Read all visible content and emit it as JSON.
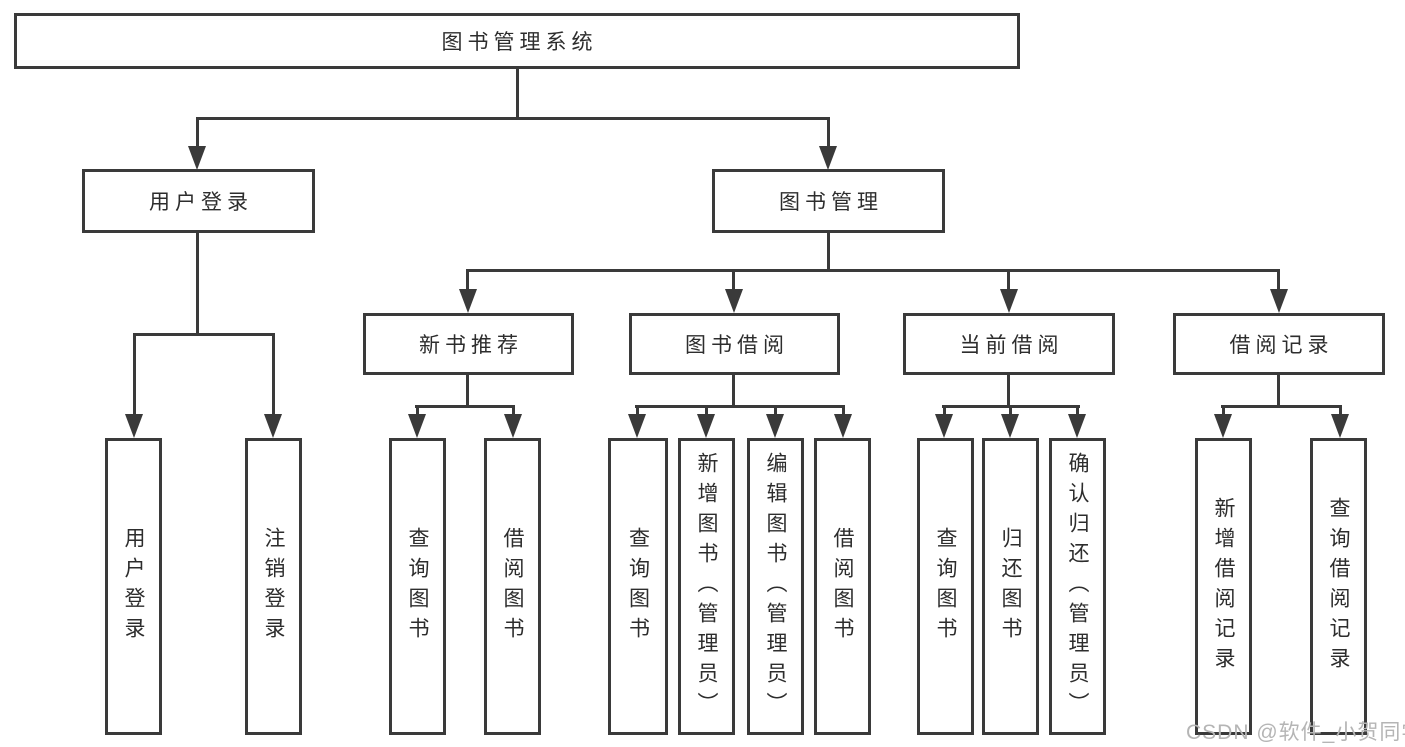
{
  "diagram": {
    "root": {
      "label": "图书管理系统"
    },
    "branches": [
      {
        "label": "用户登录",
        "children": [
          {
            "label": "用户登录"
          },
          {
            "label": "注销登录"
          }
        ]
      },
      {
        "label": "图书管理",
        "children": [
          {
            "label": "新书推荐",
            "children": [
              {
                "label": "查询图书"
              },
              {
                "label": "借阅图书"
              }
            ]
          },
          {
            "label": "图书借阅",
            "children": [
              {
                "label": "查询图书"
              },
              {
                "label": "新增图书（管理员）"
              },
              {
                "label": "编辑图书（管理员）"
              },
              {
                "label": "借阅图书"
              }
            ]
          },
          {
            "label": "当前借阅",
            "children": [
              {
                "label": "查询图书"
              },
              {
                "label": "归还图书"
              },
              {
                "label": "确认归还（管理员）"
              }
            ]
          },
          {
            "label": "借阅记录",
            "children": [
              {
                "label": "新增借阅记录"
              },
              {
                "label": "查询借阅记录"
              }
            ]
          }
        ]
      }
    ],
    "colors": {
      "line": "#3a3a3a",
      "text": "#2d2d2d",
      "background": "#ffffff",
      "watermark": "#b5b5b5"
    }
  },
  "watermark": {
    "text": "CSDN @软件_小贺同学"
  }
}
